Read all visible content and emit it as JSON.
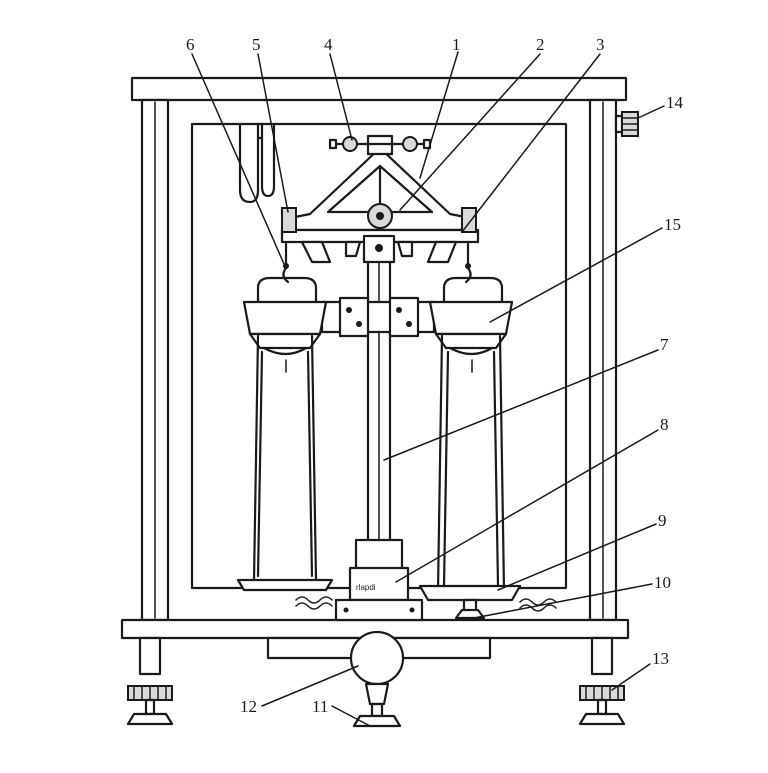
{
  "diagram": {
    "labels": [
      {
        "id": "1",
        "text": "1"
      },
      {
        "id": "2",
        "text": "2"
      },
      {
        "id": "3",
        "text": "3"
      },
      {
        "id": "4",
        "text": "4"
      },
      {
        "id": "5",
        "text": "5"
      },
      {
        "id": "6",
        "text": "6"
      },
      {
        "id": "7",
        "text": "7"
      },
      {
        "id": "8",
        "text": "8"
      },
      {
        "id": "9",
        "text": "9"
      },
      {
        "id": "10",
        "text": "10"
      },
      {
        "id": "11",
        "text": "11"
      },
      {
        "id": "12",
        "text": "12"
      },
      {
        "id": "13",
        "text": "13"
      },
      {
        "id": "14",
        "text": "14"
      },
      {
        "id": "15",
        "text": "15"
      }
    ],
    "scale_plate_text": "rlapdi"
  }
}
